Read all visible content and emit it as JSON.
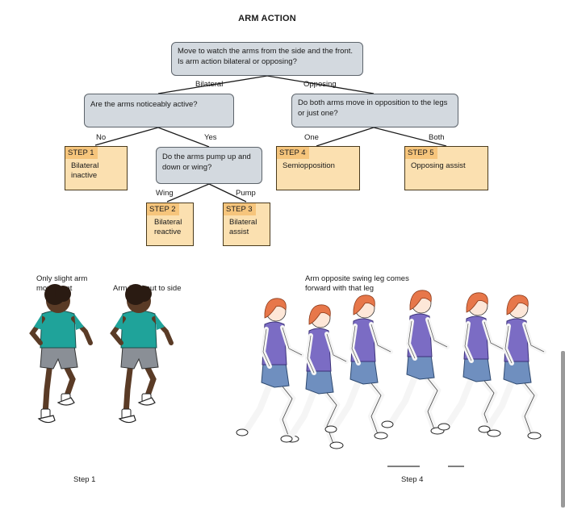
{
  "title": "ARM ACTION",
  "questions": {
    "root": "Move to watch the arms from the side and the front. Is arm action bilateral or opposing?",
    "active": "Are the arms noticeably active?",
    "pump": "Do the arms pump up and down or wing?",
    "opposition": "Do both arms move in opposition to the legs or just one?"
  },
  "edge_labels": {
    "bilateral": "Bilateral",
    "opposing": "Opposing",
    "no": "No",
    "yes": "Yes",
    "wing": "Wing",
    "pump": "Pump",
    "one": "One",
    "both": "Both"
  },
  "steps": {
    "step1": {
      "label": "STEP 1",
      "desc": "Bilateral inactive"
    },
    "step2": {
      "label": "STEP 2",
      "desc": "Bilateral reactive"
    },
    "step3": {
      "label": "STEP 3",
      "desc": "Bilateral assist"
    },
    "step4": {
      "label": "STEP 4",
      "desc": "Semiopposition"
    },
    "step5": {
      "label": "STEP 5",
      "desc": "Opposing assist"
    }
  },
  "illustrations": {
    "caption_slight": "Only slight arm movement",
    "caption_side": "Arm held out to side",
    "caption_opposite": "Arm opposite swing leg comes forward with that leg",
    "label_step1": "Step 1",
    "label_step4": "Step 4"
  },
  "colors": {
    "question_fill": "#d3d9df",
    "step_fill": "#fbe0b0",
    "step_header": "#f6c57c",
    "boy_shirt": "#1fa39a",
    "boy_shorts": "#8a8f96",
    "girl_shirt": "#7b6cc4",
    "girl_shorts": "#6f8fbf",
    "girl_hair": "#e7774a"
  }
}
